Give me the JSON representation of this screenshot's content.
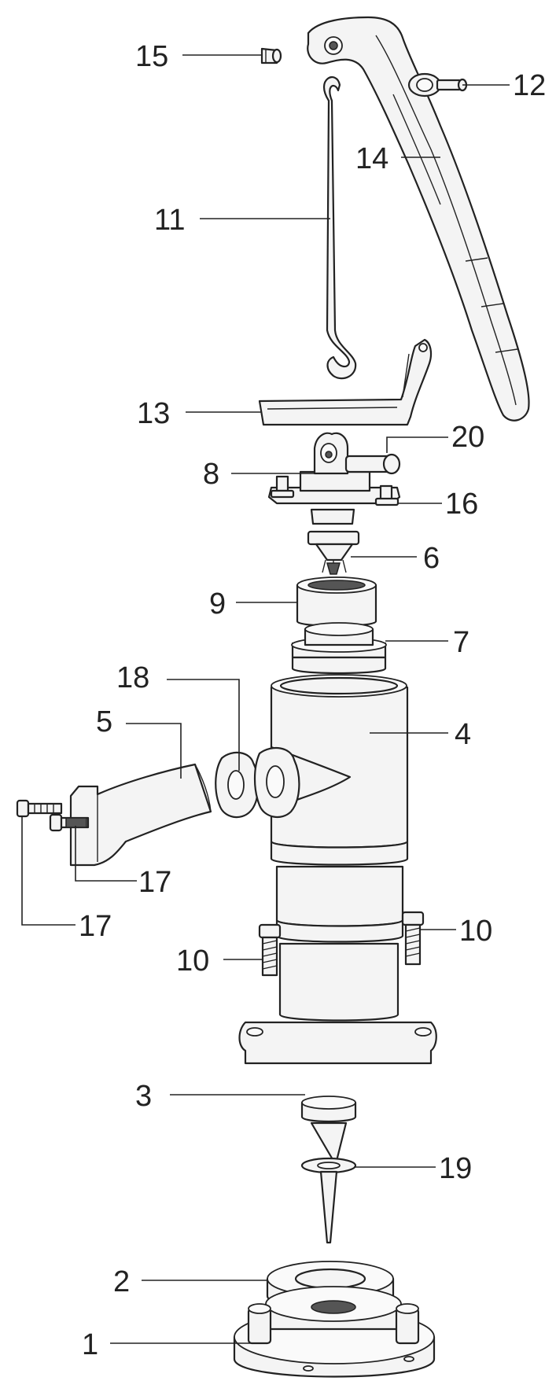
{
  "diagram": {
    "colors": {
      "line": "#222222",
      "fill": "#f4f4f4",
      "background": "#ffffff"
    },
    "callouts": [
      {
        "id": "15",
        "text": "15"
      },
      {
        "id": "12",
        "text": "12"
      },
      {
        "id": "14",
        "text": "14"
      },
      {
        "id": "11",
        "text": "11"
      },
      {
        "id": "13",
        "text": "13"
      },
      {
        "id": "20",
        "text": "20"
      },
      {
        "id": "8",
        "text": "8"
      },
      {
        "id": "16",
        "text": "16"
      },
      {
        "id": "6",
        "text": "6"
      },
      {
        "id": "9",
        "text": "9"
      },
      {
        "id": "7",
        "text": "7"
      },
      {
        "id": "18",
        "text": "18"
      },
      {
        "id": "5",
        "text": "5"
      },
      {
        "id": "4",
        "text": "4"
      },
      {
        "id": "17a",
        "text": "17"
      },
      {
        "id": "17b",
        "text": "17"
      },
      {
        "id": "10a",
        "text": "10"
      },
      {
        "id": "10b",
        "text": "10"
      },
      {
        "id": "3",
        "text": "3"
      },
      {
        "id": "19",
        "text": "19"
      },
      {
        "id": "2",
        "text": "2"
      },
      {
        "id": "1",
        "text": "1"
      }
    ]
  }
}
